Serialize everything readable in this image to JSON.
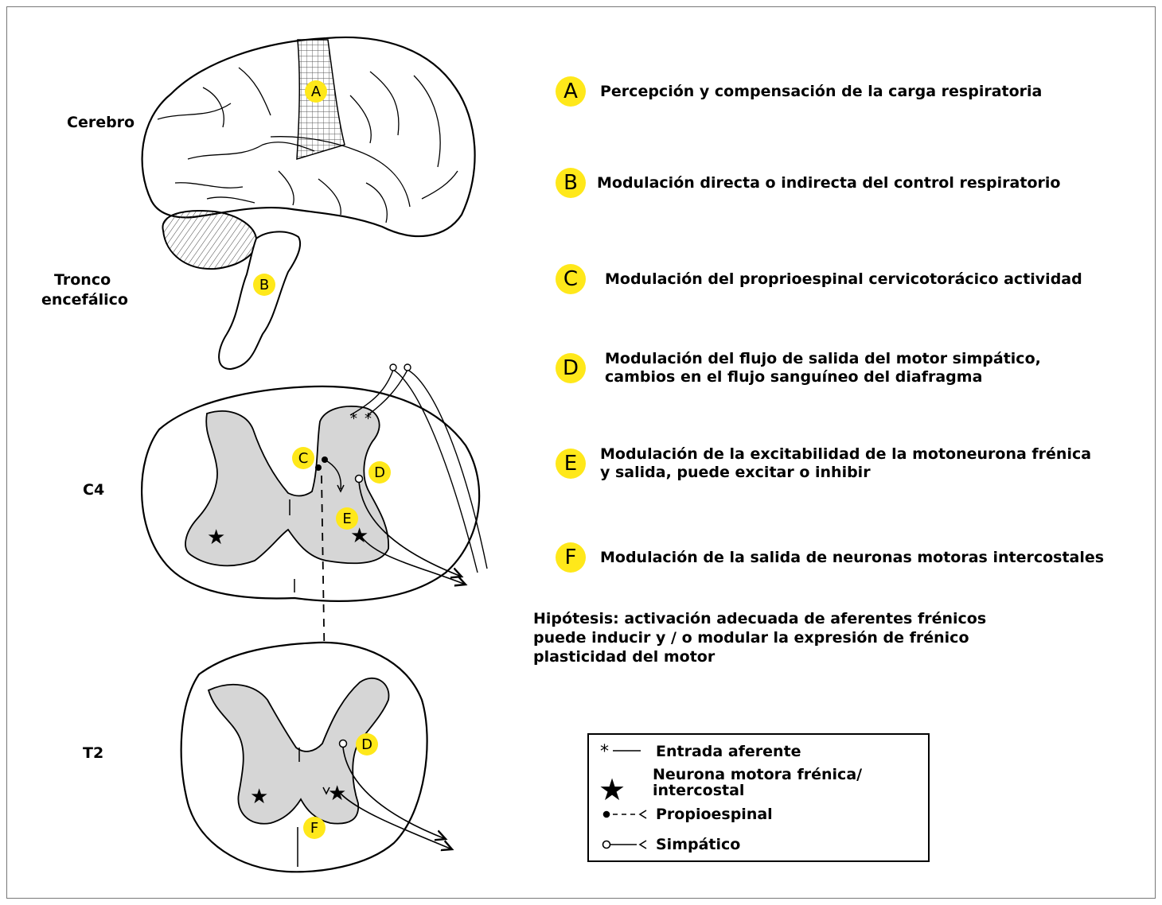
{
  "labels": {
    "cerebro": "Cerebro",
    "tronco": "Tronco",
    "encefalico": "encefálico",
    "c4": "C4",
    "t2": "T2"
  },
  "items": [
    {
      "letter": "A",
      "text": "Percepción y compensación de la carga respiratoria",
      "text2": ""
    },
    {
      "letter": "B",
      "text": "Modulación directa o indirecta del control respiratorio",
      "text2": ""
    },
    {
      "letter": "C",
      "text": "Modulación del proprioespinal cervicotorácico actividad",
      "text2": ""
    },
    {
      "letter": "D",
      "text": "Modulación del flujo de salida del motor simpático,",
      "text2": "cambios en el flujo sanguíneo del diafragma"
    },
    {
      "letter": "E",
      "text": "Modulación de la excitabilidad de la motoneurona frénica",
      "text2": "y salida, puede excitar o inhibir"
    },
    {
      "letter": "F",
      "text": "Modulación de la salida de neuronas motoras intercostales",
      "text2": ""
    }
  ],
  "diagram_markers": {
    "brain_a": "A",
    "brain_b": "B",
    "c4_c": "C",
    "c4_d": "D",
    "c4_e": "E",
    "t2_d": "D",
    "t2_f": "F"
  },
  "hypothesis": "Hipótesis: activación adecuada de aferentes frénicos\npuede inducir y / o modular la expresión de frénico\nplasticidad del motor",
  "legend": {
    "afferent": "Entrada aferente",
    "motor_line1": "Neurona motora frénica/",
    "motor_line2": "intercostal",
    "propio": "Propioespinal",
    "simpatico": "Simpático"
  },
  "colors": {
    "badge": "#ffe81a",
    "gray_matter": "#d6d6d6",
    "outline": "#000000"
  }
}
